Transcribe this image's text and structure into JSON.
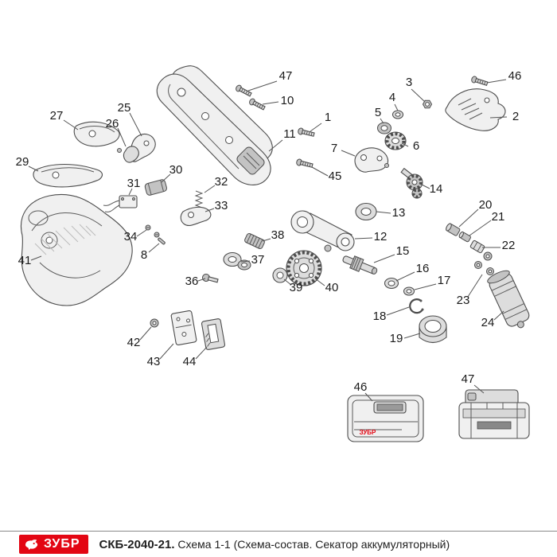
{
  "footer": {
    "brand": "ЗУБР",
    "model": "СКБ-2040-21.",
    "description": "Схема 1-1 (Схема-состав. Секатор аккумуляторный)"
  },
  "colors": {
    "brand_red": "#e30613"
  },
  "diagram": {
    "charger_label": "ЗУБР",
    "callouts": [
      {
        "label": "47"
      },
      {
        "label": "10"
      },
      {
        "label": "46"
      },
      {
        "label": "3"
      },
      {
        "label": "4"
      },
      {
        "label": "2"
      },
      {
        "label": "5"
      },
      {
        "label": "6"
      },
      {
        "label": "1"
      },
      {
        "label": "11"
      },
      {
        "label": "7"
      },
      {
        "label": "27"
      },
      {
        "label": "25"
      },
      {
        "label": "26"
      },
      {
        "label": "45"
      },
      {
        "label": "14"
      },
      {
        "label": "29"
      },
      {
        "label": "30"
      },
      {
        "label": "32"
      },
      {
        "label": "31"
      },
      {
        "label": "33"
      },
      {
        "label": "13"
      },
      {
        "label": "20"
      },
      {
        "label": "21"
      },
      {
        "label": "12"
      },
      {
        "label": "22"
      },
      {
        "label": "38"
      },
      {
        "label": "15"
      },
      {
        "label": "34"
      },
      {
        "label": "8"
      },
      {
        "label": "37"
      },
      {
        "label": "16"
      },
      {
        "label": "17"
      },
      {
        "label": "41"
      },
      {
        "label": "36"
      },
      {
        "label": "39"
      },
      {
        "label": "40"
      },
      {
        "label": "23"
      },
      {
        "label": "18"
      },
      {
        "label": "24"
      },
      {
        "label": "19"
      },
      {
        "label": "42"
      },
      {
        "label": "43"
      },
      {
        "label": "44"
      },
      {
        "label": "46"
      },
      {
        "label": "47"
      }
    ]
  }
}
